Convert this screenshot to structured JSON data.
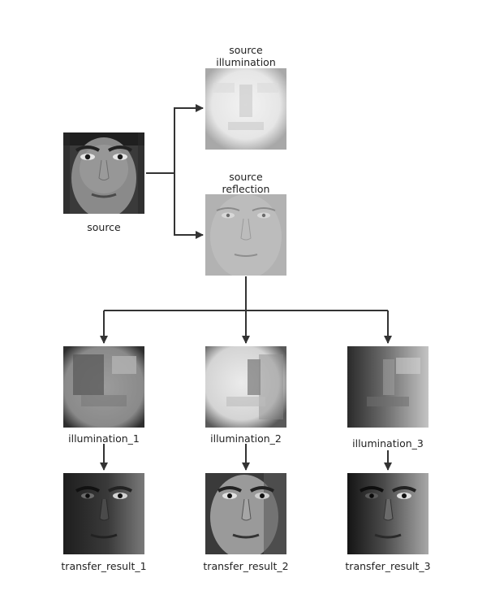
{
  "labels": {
    "source": "source",
    "source_illumination": [
      "source",
      "illumination"
    ],
    "source_reflection": [
      "source",
      "reflection"
    ],
    "illumination_1": "illumination_1",
    "illumination_2": "illumination_2",
    "illumination_3": "illumination_3",
    "transfer_result_1": "transfer_result_1",
    "transfer_result_2": "transfer_result_2",
    "transfer_result_3": "transfer_result_3"
  },
  "colors": {
    "arrow": "#333333",
    "text": "#222222",
    "background": "#ffffff"
  }
}
